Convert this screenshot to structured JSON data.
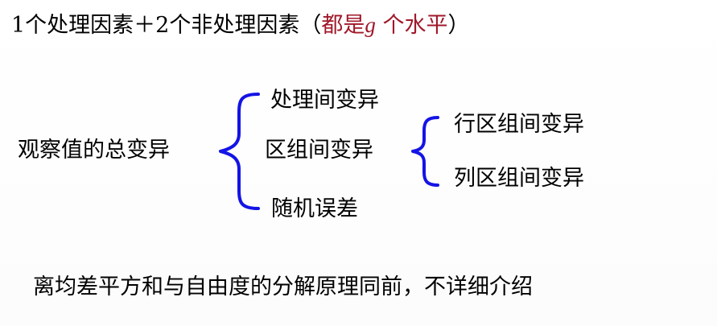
{
  "title": {
    "main": "1个处理因素＋2个非处理因素（",
    "highlight_prefix": "都是",
    "highlight_var": "g",
    "highlight_suffix": " 个水平",
    "close": "）",
    "highlight_color": "#a0182a"
  },
  "tree": {
    "root": "观察值的总变异",
    "children": {
      "treatment": "处理间变异",
      "block": "区组间变异",
      "random": "随机误差"
    },
    "block_children": {
      "row": "行区组间变异",
      "column": "列区组间变异"
    },
    "brace_color": "#1414e6"
  },
  "footer": "离均差平方和与自由度的分解原理同前，不详细介绍"
}
